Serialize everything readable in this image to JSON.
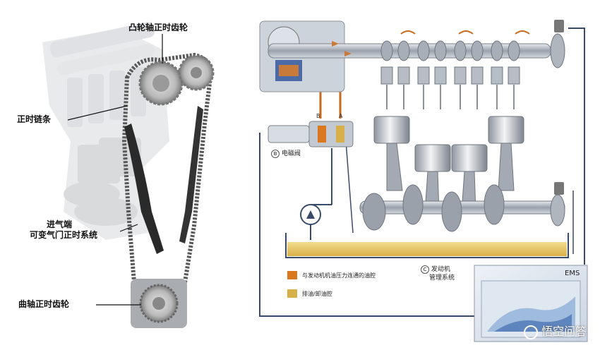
{
  "left_labels": {
    "camshaft_sprocket": "凸轮轴正时齿轮",
    "timing_chain": "正时链条",
    "intake_vvt_line1": "进气端",
    "intake_vvt_line2": "可变气门正时系统",
    "crank_sprocket": "曲轴正时齿轮"
  },
  "right_labels": {
    "solenoid_prefix": "B",
    "solenoid": "电磁阀",
    "port_b": "B",
    "port_a": "A",
    "ecu_prefix": "C",
    "ecu_line1": "发动机",
    "ecu_line2": "管理系统",
    "ems": "EMS"
  },
  "legend": [
    {
      "color": "#d9781e",
      "text": "与发动机机油压力连通的油腔"
    },
    {
      "color": "#d8b04a",
      "text": "排油/卸油腔"
    }
  ],
  "watermark": "悟空问答",
  "colors": {
    "oil": "#e6c86a",
    "line": "#3a4a6a",
    "cam": "#a8aeb8",
    "chain": "#555"
  }
}
